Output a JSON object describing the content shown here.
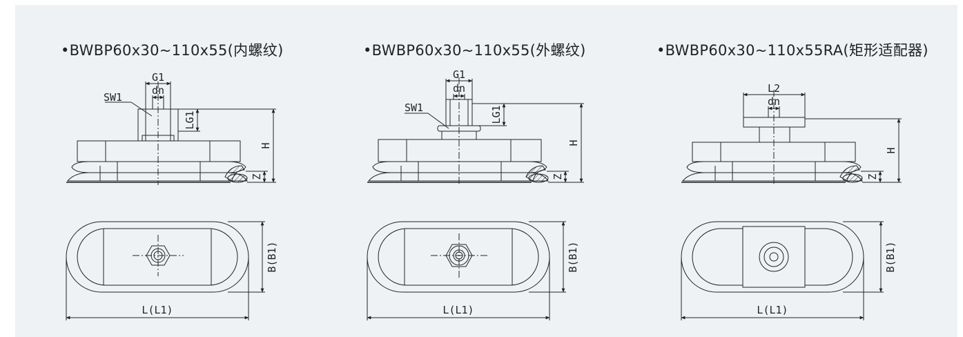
{
  "header": {
    "accent_color": "#e0202a"
  },
  "colors": {
    "panel_bg": "#eef2f5",
    "line": "#222222"
  },
  "variants": [
    {
      "title": "•BWBP60x30~110x55(内螺纹)",
      "labels": {
        "g": "G1",
        "dn": "dn",
        "sw": "SW1",
        "lg": "LG1",
        "h": "H",
        "z": "Z",
        "l": "L(L1)",
        "b": "B(B1)"
      }
    },
    {
      "title": "•BWBP60x30~110x55(外螺纹)",
      "labels": {
        "g": "G1",
        "dn": "dn",
        "sw": "SW1",
        "lg": "LG1",
        "h": "H",
        "z": "Z",
        "l": "L(L1)",
        "b": "B(B1)"
      }
    },
    {
      "title": "•BWBP60x30~110x55RA(矩形适配器)",
      "labels": {
        "l2": "L2",
        "dn": "dn",
        "h": "H",
        "z": "Z",
        "l": "L(L1)",
        "b": "B(B1)"
      }
    }
  ]
}
